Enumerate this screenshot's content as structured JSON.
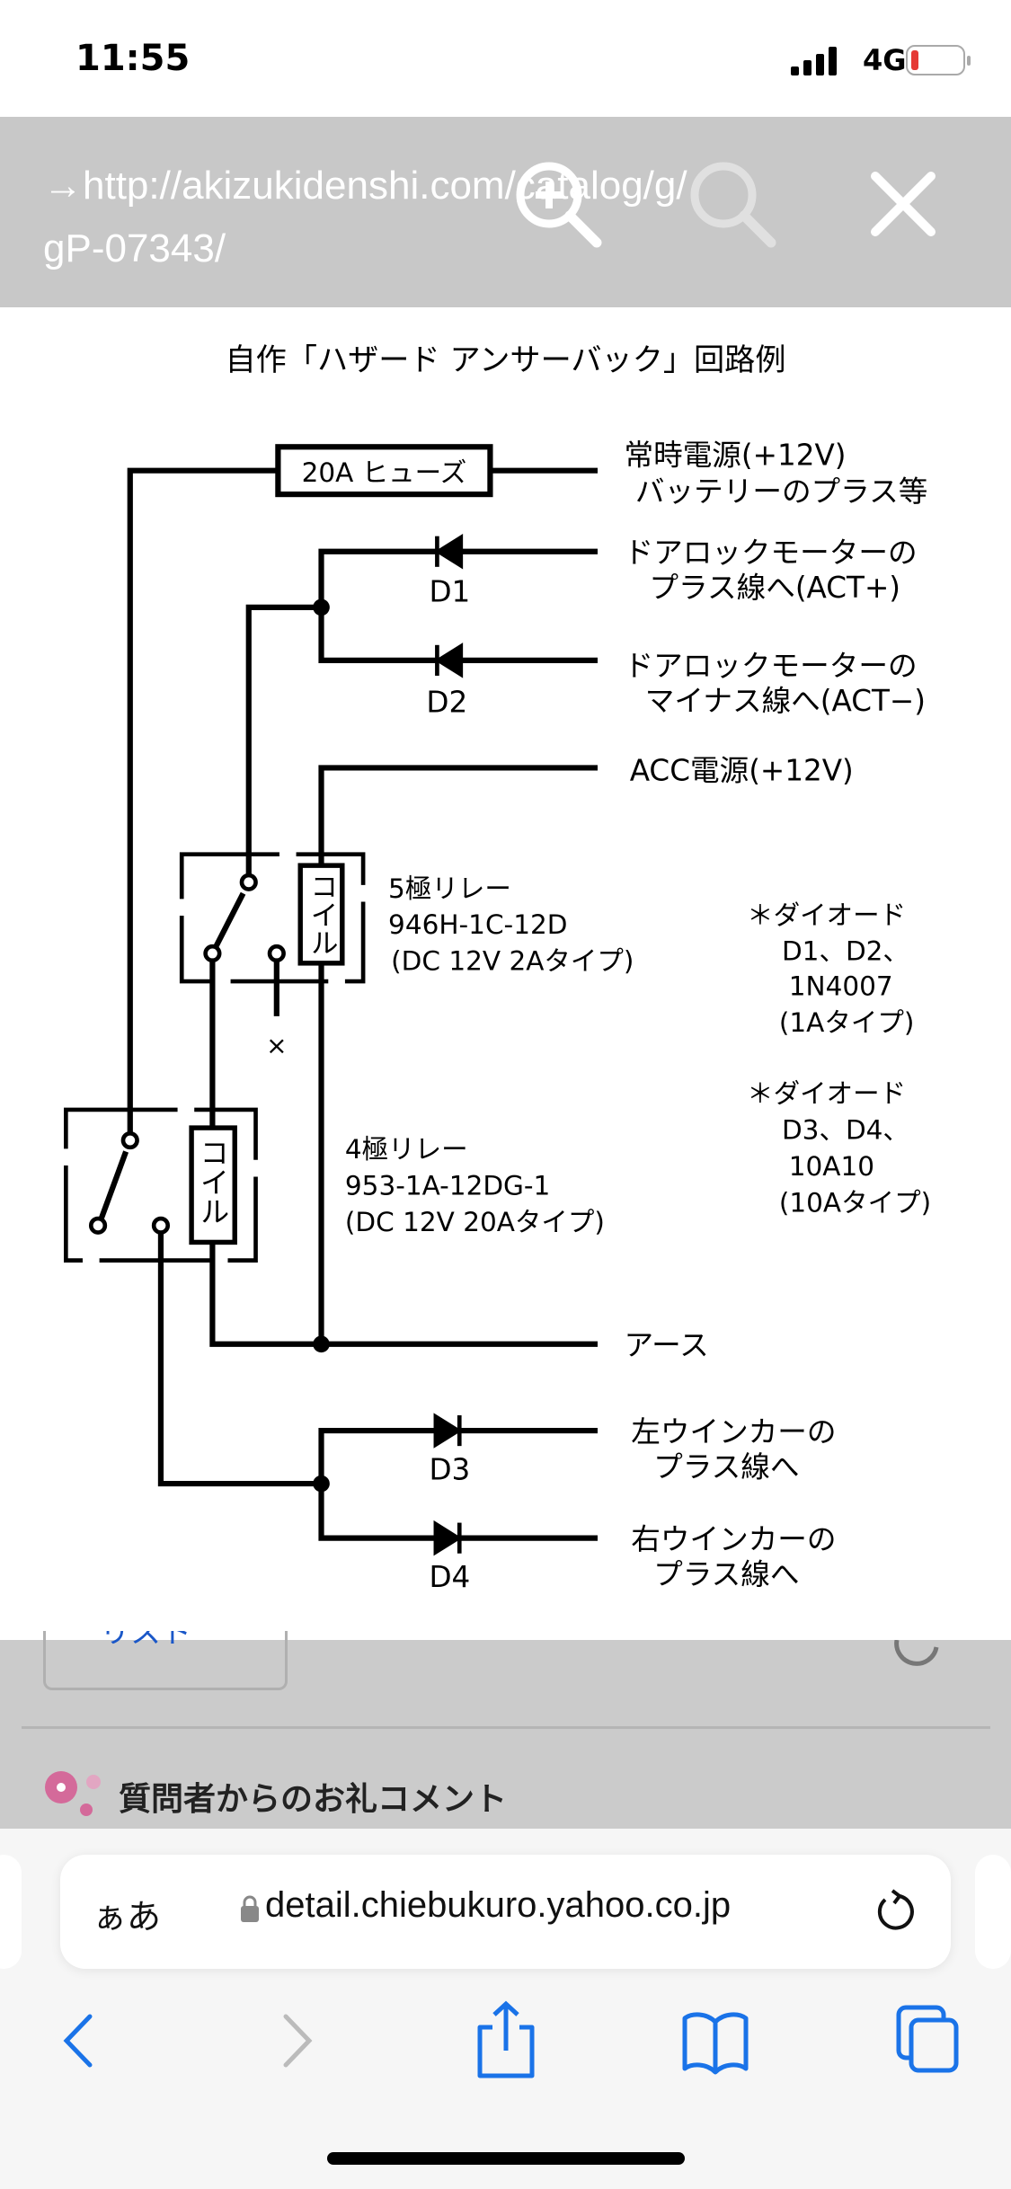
{
  "status_bar": {
    "time": "11:55",
    "network": "4G",
    "battery_level": 0.1
  },
  "overlay_header": {
    "link_line1": "→http://akizukidenshi.com/catalog/g/",
    "link_line2": "gP-07343/",
    "icons": [
      "zoom-in-icon",
      "zoom-out-icon",
      "close-icon"
    ]
  },
  "diagram": {
    "title": "自作「ハザード アンサーバック」回路例",
    "fuse": "20A ヒューズ",
    "labels": {
      "power1": "常時電源(+12V)",
      "power2": "バッテリーのプラス等",
      "act_plus1": "ドアロックモーターの",
      "act_plus2": "プラス線へ(ACT+)",
      "act_minus1": "ドアロックモーターの",
      "act_minus2": "マイナス線へ(ACT−)",
      "acc": "ACC電源(+12V)",
      "ground": "アース",
      "left1": "左ウインカーの",
      "left2": "プラス線へ",
      "right1": "右ウインカーの",
      "right2": "プラス線へ"
    },
    "diodes": {
      "d1": "D1",
      "d2": "D2",
      "d3": "D3",
      "d4": "D4"
    },
    "coil": "コイル",
    "unused": "×",
    "relay5": {
      "name": "5極リレー",
      "model": "946H-1C-12D",
      "spec": "(DC 12V 2Aタイプ)"
    },
    "relay4": {
      "name": "4極リレー",
      "model": "953-1A-12DG-1",
      "spec": "(DC 12V 20Aタイプ)"
    },
    "note1": [
      "＊ダイオード",
      "D1、D2、",
      "1N4007",
      "(1Aタイプ)"
    ],
    "note2": [
      "＊ダイオード",
      "D3、D4、",
      "10A10",
      "(10Aタイプ)"
    ]
  },
  "page": {
    "list_button": "リスト",
    "section_title": "質問者からのお礼コメント"
  },
  "browser": {
    "aa": "ぁあ",
    "url": "detail.chiebukuro.yahoo.co.jp"
  },
  "colors": {
    "accent": "#1a73e8",
    "overlay": "#c8c8c8",
    "sakura": "#d46a9a"
  }
}
